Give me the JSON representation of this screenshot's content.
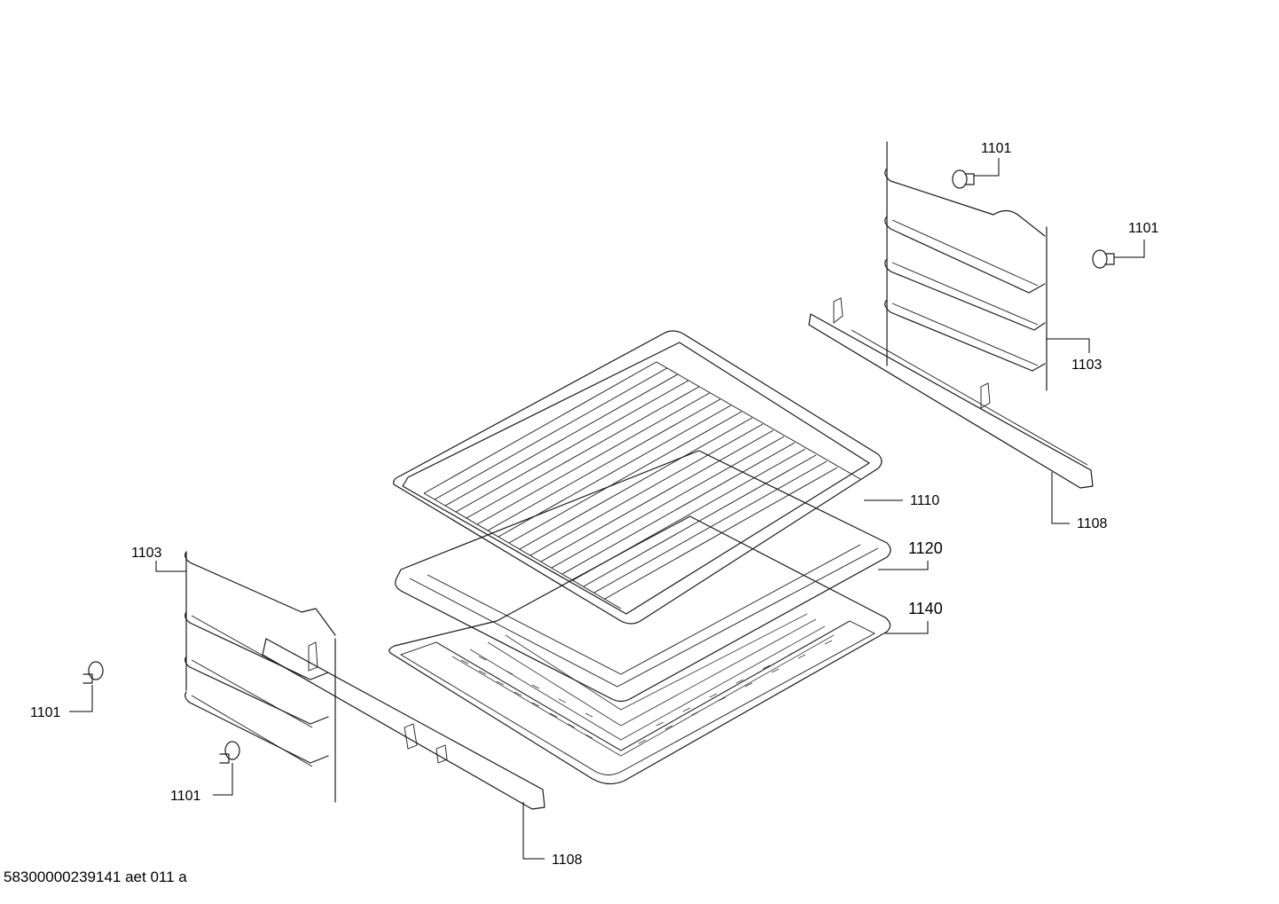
{
  "callouts": {
    "clip_top": "1101",
    "clip_right": "1101",
    "rack_right": "1103",
    "wire_shelf": "1110",
    "rail_right": "1108",
    "baking_tray": "1120",
    "grill_pan": "1140",
    "rack_left": "1103",
    "clip_left": "1101",
    "clip_lower": "1101",
    "rail_left": "1108"
  },
  "footer": {
    "doc_id": "58300000239141 aet 011 a"
  }
}
